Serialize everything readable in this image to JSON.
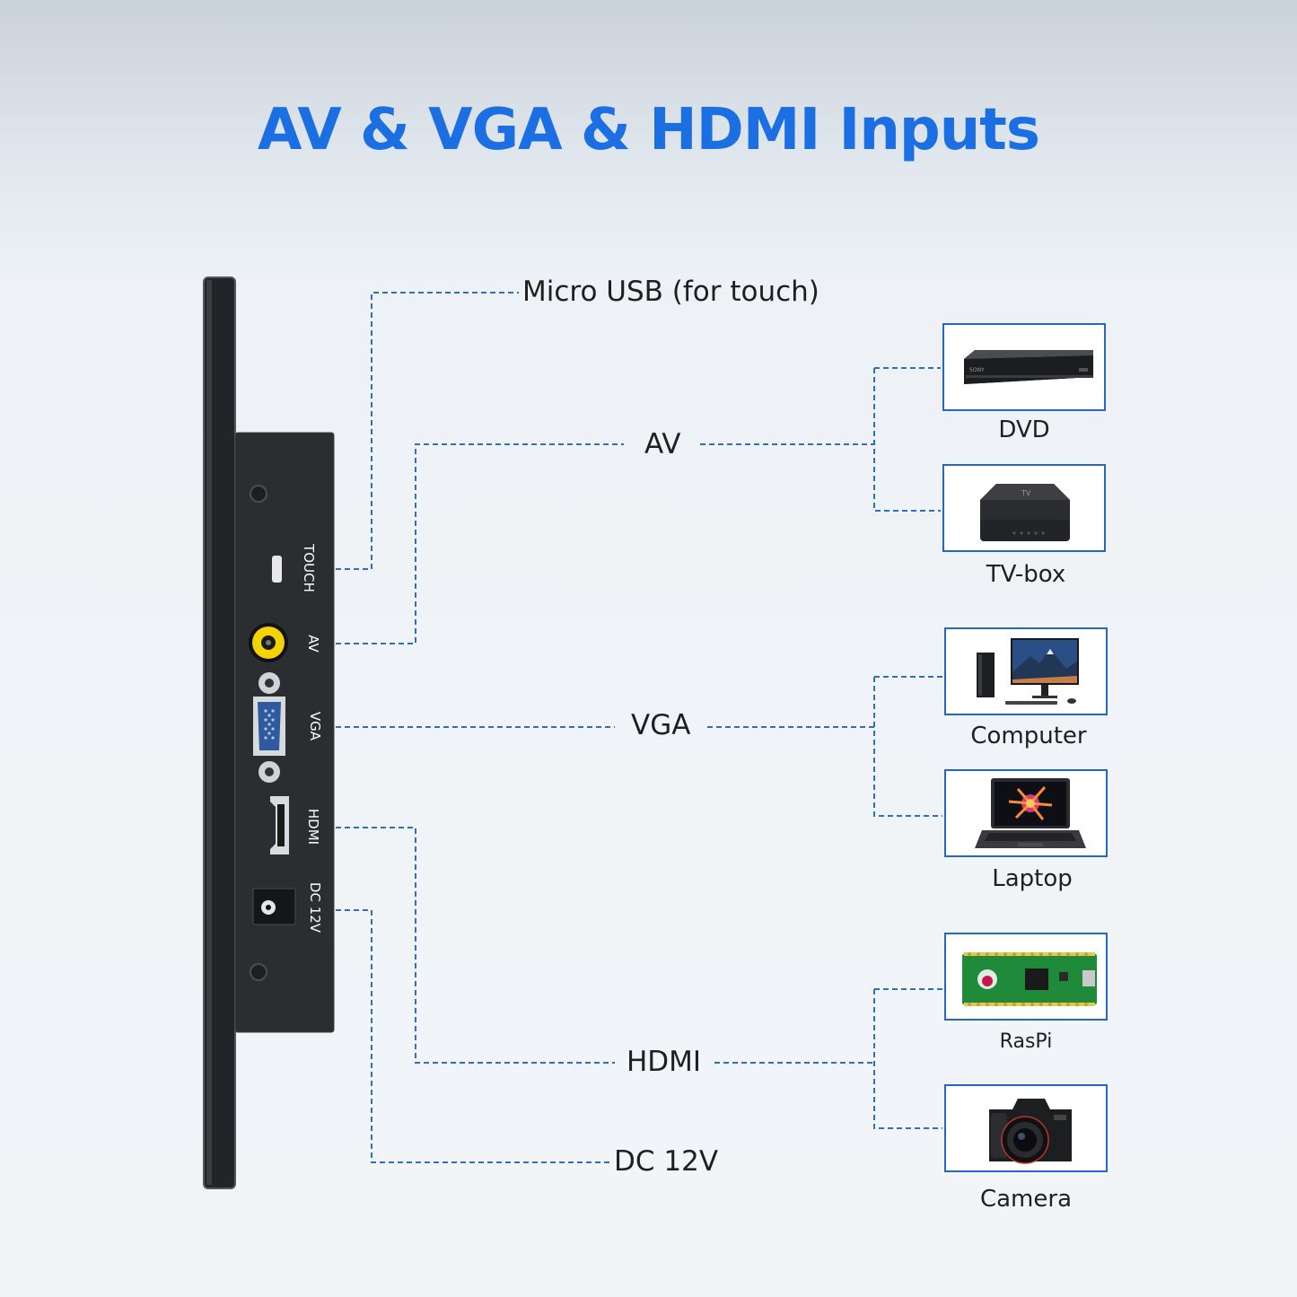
{
  "title": "AV & VGA & HDMI Inputs",
  "colors": {
    "title": "#1b6fe2",
    "wire": "#2f6fbf",
    "box_border": "#2468c4",
    "panel": "#2b2d30"
  },
  "ports": {
    "touch": "TOUCH",
    "av": "AV",
    "vga": "VGA",
    "hdmi": "HDMI",
    "dc": "DC 12V"
  },
  "connections": {
    "micro_usb": "Micro USB (for touch)",
    "av": "AV",
    "vga": "VGA",
    "hdmi": "HDMI",
    "dc": "DC 12V"
  },
  "devices": {
    "dvd": {
      "label": "DVD",
      "icon": "dvd-player-icon",
      "brand": "SONY"
    },
    "tvbox": {
      "label": "TV-box",
      "icon": "tv-box-icon",
      "mark": "TV"
    },
    "computer": {
      "label": "Computer",
      "icon": "desktop-computer-icon"
    },
    "laptop": {
      "label": "Laptop",
      "icon": "laptop-icon"
    },
    "raspi": {
      "label": "RasPi",
      "icon": "raspberry-pi-board-icon"
    },
    "camera": {
      "label": "Camera",
      "icon": "camera-icon"
    }
  }
}
